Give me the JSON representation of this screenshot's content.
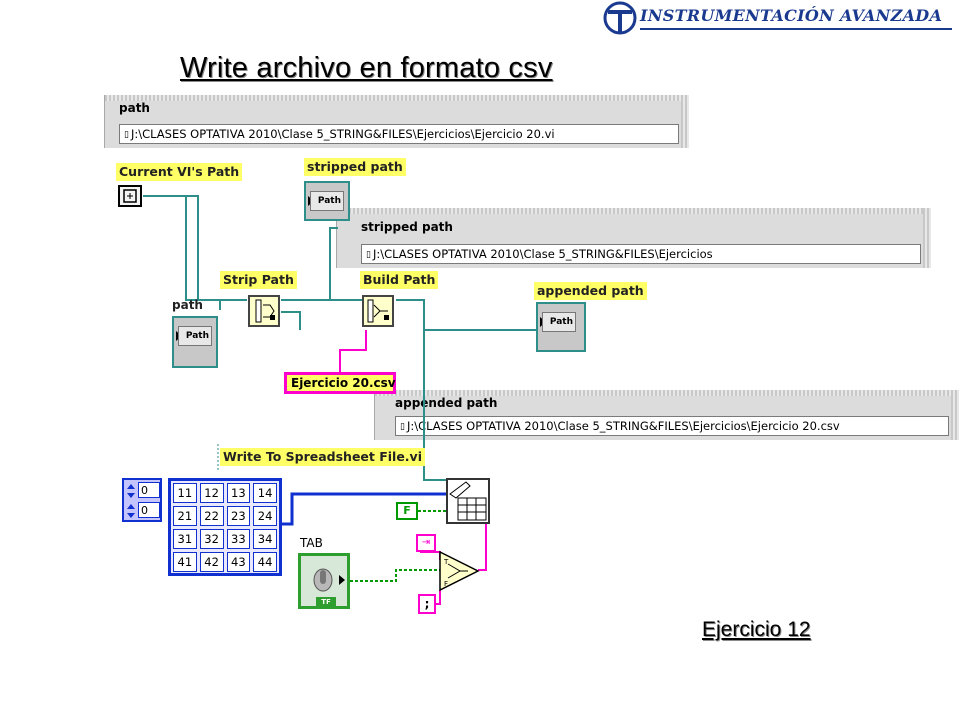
{
  "header": {
    "brand": "INSTRUMENTACIÓN AVANZADA",
    "title": "Write archivo en formato csv",
    "exercise": "Ejercicio 12"
  },
  "panels": {
    "path": {
      "label": "path",
      "value": "J:\\CLASES OPTATIVA 2010\\Clase 5_STRING&FILES\\Ejercicios\\Ejercicio 20.vi"
    },
    "stripped_path": {
      "label": "stripped path",
      "value": "J:\\CLASES OPTATIVA 2010\\Clase 5_STRING&FILES\\Ejercicios"
    },
    "appended_path": {
      "label": "appended path",
      "value": "J:\\CLASES OPTATIVA 2010\\Clase 5_STRING&FILES\\Ejercicios\\Ejercicio 20.csv"
    }
  },
  "diagram": {
    "current_vi_path": "Current VI's Path",
    "stripped_path_label": "stripped path",
    "path_label": "path",
    "strip_path": "Strip Path",
    "build_path": "Build Path",
    "appended_path_label": "appended path",
    "csv_constant": "Ejercicio 20.csv",
    "write_spreadsheet": "Write To Spreadsheet File.vi",
    "tab_label": "TAB",
    "terminal_text": "Path",
    "bool_false": "F",
    "tf_text": "TF",
    "semicolon": ";",
    "array_index": [
      "0",
      "0"
    ],
    "array_values": [
      [
        "11",
        "12",
        "13",
        "14"
      ],
      [
        "21",
        "22",
        "23",
        "24"
      ],
      [
        "31",
        "32",
        "33",
        "34"
      ],
      [
        "41",
        "42",
        "43",
        "44"
      ]
    ]
  },
  "colors": {
    "brand_blue": "#1a3a8f",
    "path_wire": "#2e8f8a",
    "string_wire": "#ff00cc",
    "array_wire": "#1030d0",
    "bool_wire": "#009a00",
    "label_yellow": "#ffff66"
  }
}
